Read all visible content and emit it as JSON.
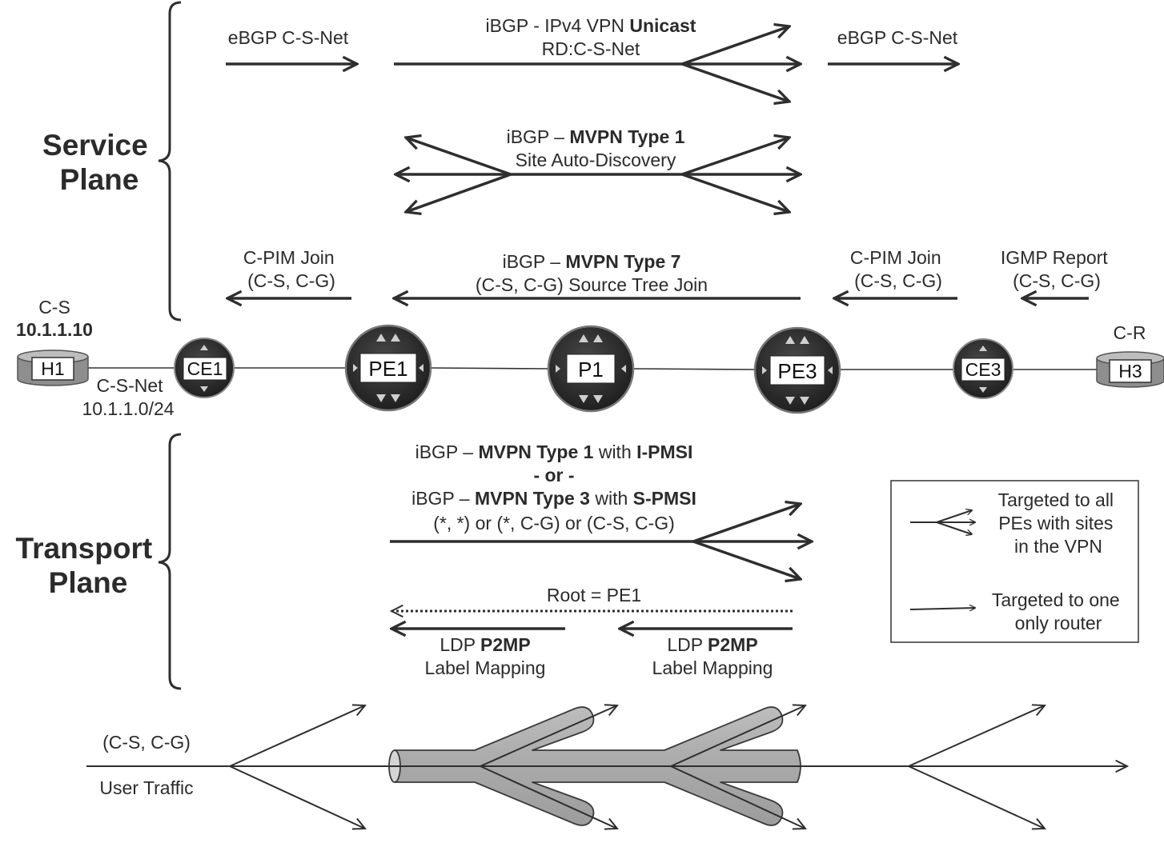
{
  "planes": {
    "service": [
      "Service",
      "Plane"
    ],
    "transport": [
      "Transport",
      "Plane"
    ]
  },
  "service": {
    "ebgp_left": "eBGP C-S-Net",
    "ebgp_right": "eBGP C-S-Net",
    "vpn_unicast": {
      "prefix": "iBGP - IPv4 VPN ",
      "bold": "Unicast",
      "line2": "RD:C-S-Net"
    },
    "mvpn1": {
      "prefix": "iBGP – ",
      "bold": "MVPN Type 1",
      "line2": "Site Auto-Discovery"
    },
    "cpim_left": [
      "C-PIM Join",
      "(C-S, C-G)"
    ],
    "mvpn7": {
      "prefix": "iBGP – ",
      "bold": "MVPN Type 7",
      "line2": "(C-S, C-G) Source Tree Join"
    },
    "cpim_right": [
      "C-PIM Join",
      "(C-S, C-G)"
    ],
    "igmp": [
      "IGMP Report",
      "(C-S, C-G)"
    ]
  },
  "topology": {
    "cs_label": "C-S",
    "cs_addr": "10.1.1.10",
    "cr_label": "C-R",
    "net_label": "C-S-Net",
    "net_addr": "10.1.1.0/24",
    "hosts": [
      "H1",
      "H3"
    ],
    "routers": [
      "CE1",
      "PE1",
      "P1",
      "PE3",
      "CE3"
    ]
  },
  "transport": {
    "line1": {
      "prefix": "iBGP – ",
      "bold": "MVPN Type 1",
      "mid": " with ",
      "bold2": "I-PMSI"
    },
    "or": "- or -",
    "line3": {
      "prefix": "iBGP – ",
      "bold": "MVPN Type 3",
      "mid": " with ",
      "bold2": "S-PMSI"
    },
    "line4": "(*, *) or (*, C-G) or (C-S, C-G)",
    "root": "Root = PE1",
    "ldp_left": {
      "prefix": "LDP ",
      "bold": "P2MP",
      "line2": "Label Mapping"
    },
    "ldp_right": {
      "prefix": "LDP ",
      "bold": "P2MP",
      "line2": "Label Mapping"
    }
  },
  "legend": {
    "multi": [
      "Targeted to all",
      "PEs with sites",
      "in the VPN"
    ],
    "single": [
      "Targeted to one",
      "only router"
    ]
  },
  "traffic": {
    "flow": "(C-S, C-G)",
    "label": "User Traffic"
  }
}
